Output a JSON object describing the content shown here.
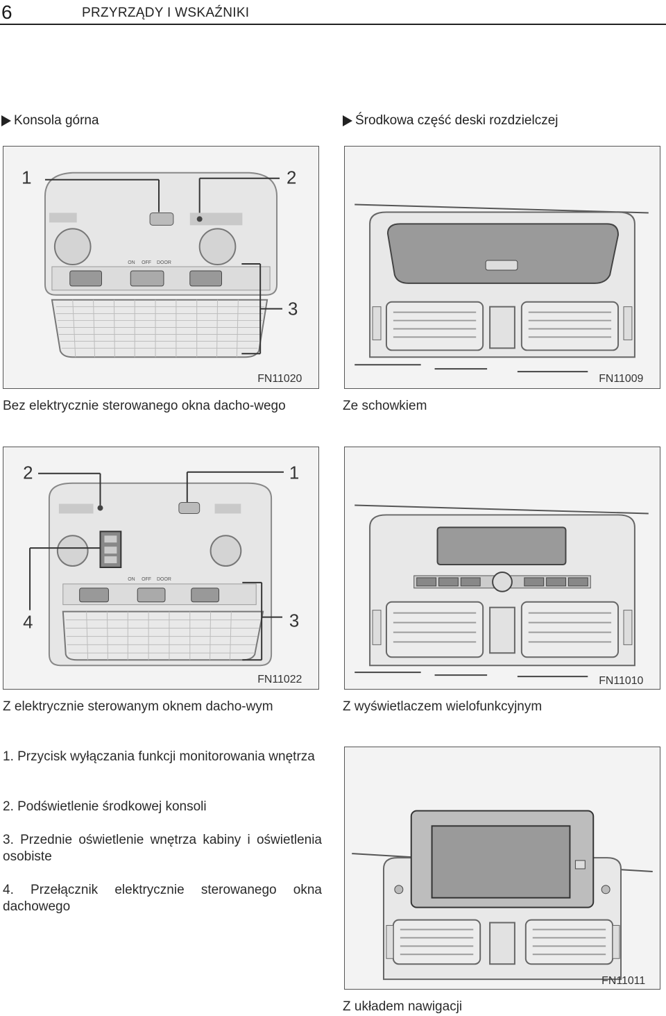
{
  "header": {
    "page_number": "6",
    "chapter": "PRZYRZĄDY I WSKAŹNIKI"
  },
  "sections": {
    "left": "Konsola górna",
    "right": "Środkowa część deski rozdzielczej"
  },
  "figures": {
    "fig1": {
      "code": "FN11020",
      "callouts": [
        "1",
        "2",
        "3"
      ],
      "switch_labels": [
        "ON",
        "OFF",
        "DOOR"
      ],
      "caption": "Bez elektrycznie sterowanego okna dacho-wego"
    },
    "fig2": {
      "code": "FN11009",
      "caption": "Ze schowkiem"
    },
    "fig3": {
      "code": "FN11022",
      "callouts": [
        "2",
        "1",
        "4",
        "3"
      ],
      "switch_labels": [
        "ON",
        "OFF",
        "DOOR"
      ],
      "caption": "Z elektrycznie sterowanym oknem dacho-wym"
    },
    "fig4": {
      "code": "FN11010",
      "caption": "Z wyświetlaczem wielofunkcyjnym"
    },
    "fig5": {
      "code": "FN11011",
      "caption": "Z układem nawigacji"
    }
  },
  "legend": [
    "1. Przycisk wyłączania funkcji monitorowania wnętrza",
    "2. Podświetlenie środkowej konsoli",
    "3. Przednie oświetlenie wnętrza kabiny i oświetlenia osobiste",
    "4. Przełącznik elektrycznie sterowanego okna dachowego"
  ]
}
